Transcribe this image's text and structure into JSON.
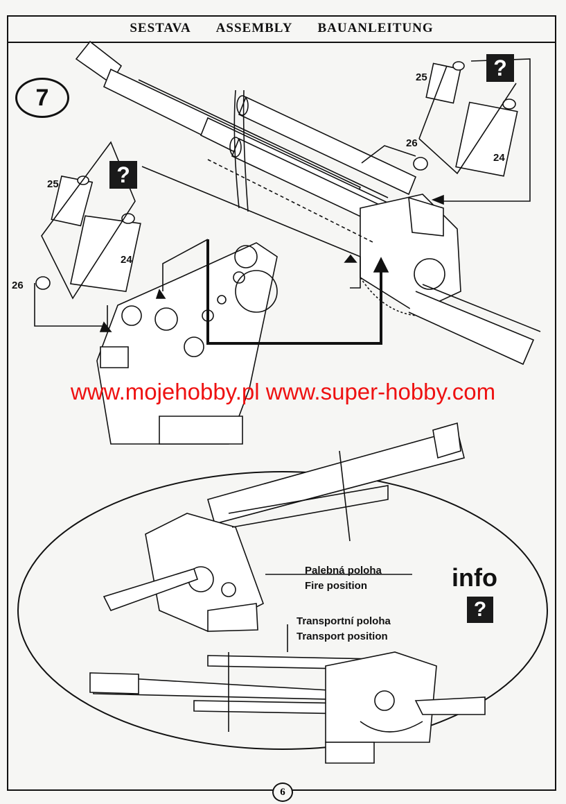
{
  "header": {
    "title_cz": "SESTAVA",
    "title_en": "ASSEMBLY",
    "title_de": "BAUANLEITUNG"
  },
  "step": {
    "number": "7"
  },
  "parts": {
    "right_group": {
      "p25": "25",
      "p24": "24",
      "p26": "26"
    },
    "left_group": {
      "p25": "25",
      "p24": "24",
      "p26": "26"
    }
  },
  "help_icon": {
    "symbol": "?"
  },
  "watermark": {
    "text": "www.mojehobby.pl www.super-hobby.com",
    "color": "#ee1111"
  },
  "info": {
    "title": "info",
    "fire_position": {
      "cz": "Palebná poloha",
      "en": "Fire position"
    },
    "transport_position": {
      "cz": "Transportní poloha",
      "en": "Transport position"
    }
  },
  "footer": {
    "page_number": "6"
  }
}
